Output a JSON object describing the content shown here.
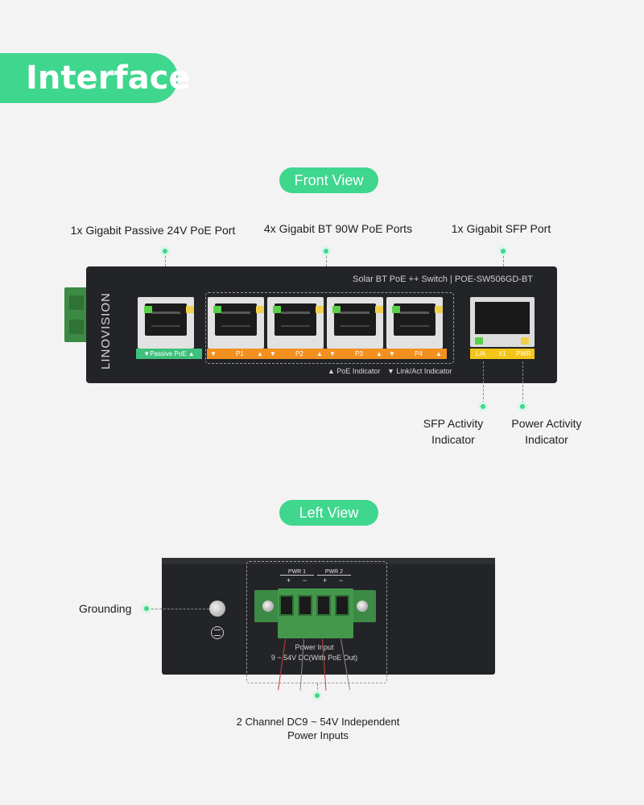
{
  "title": "Interface",
  "sections": {
    "front": "Front View",
    "left": "Left View"
  },
  "front": {
    "labels": {
      "passive_port": "1x Gigabit Passive 24V PoE Port",
      "bt_ports": "4x Gigabit BT 90W PoE Ports",
      "sfp_port": "1x Gigabit SFP Port",
      "sfp_activity": "SFP Activity\nIndicator",
      "power_activity": "Power Activity\nIndicator"
    },
    "device": {
      "brand": "LINOVISION",
      "model": "Solar BT PoE ++ Switch | POE-SW506GD-BT",
      "passive_label": "▼Passive PoE ▲",
      "ports": [
        "P1",
        "P2",
        "P3",
        "P4"
      ],
      "sfp_labels": [
        "L/A",
        "X1",
        "PWR"
      ],
      "legend_poe": "▲ PoE Indicator",
      "legend_link": "▼ Link/Act Indicator"
    }
  },
  "left": {
    "labels": {
      "grounding": "Grounding",
      "power_inputs": "2 Channel DC9 ~ 54V Independent\nPower Inputs"
    },
    "device": {
      "pwr1": "PWR 1",
      "pwr2": "PWR 2",
      "signs": [
        "+",
        "−",
        "+",
        "−"
      ],
      "power_input": "Power Input",
      "power_range": "9 ~ 54V DC(With PoE Out)"
    }
  },
  "colors": {
    "accent": "#3fd68e",
    "device": "#232428",
    "poe_orange": "#f39020",
    "passive_green": "#3fc07c",
    "sfp_yellow": "#f5c518"
  }
}
